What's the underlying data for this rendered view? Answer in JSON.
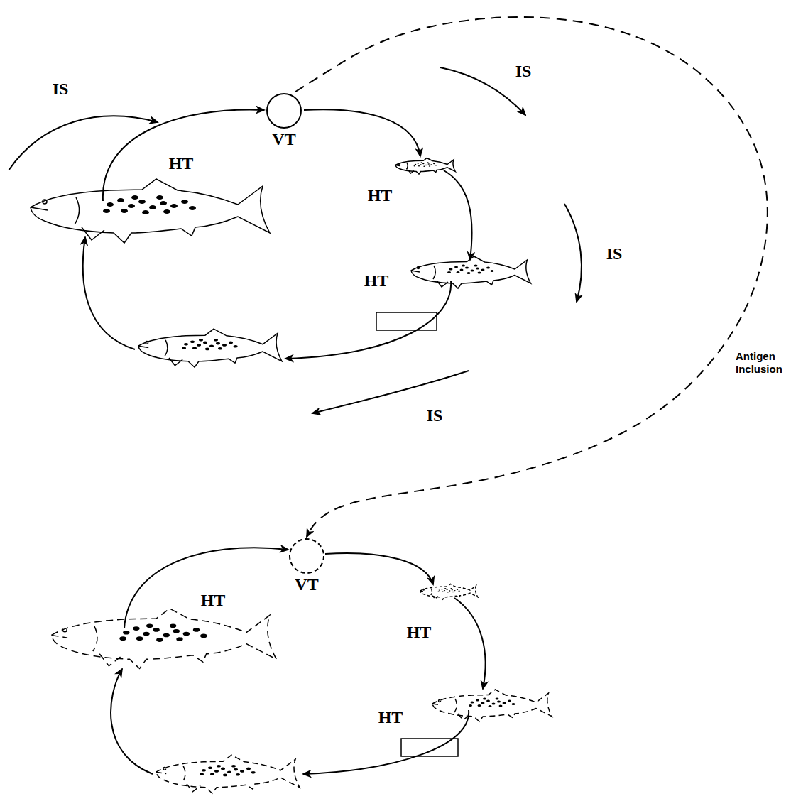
{
  "diagram": {
    "nodes": [
      {
        "text": [
          "VT"
        ]
      },
      {
        "text": [
          "VT"
        ]
      }
    ],
    "edges": [
      {
        "from": 0,
        "to": 1,
        "arrow": "to",
        "label": "Antigen Inclusion"
      }
    ],
    "labels": [
      "IS",
      "IS",
      "HT",
      "HT",
      "IS",
      "HT",
      "IS",
      "HT",
      "HT",
      "HT"
    ]
  }
}
